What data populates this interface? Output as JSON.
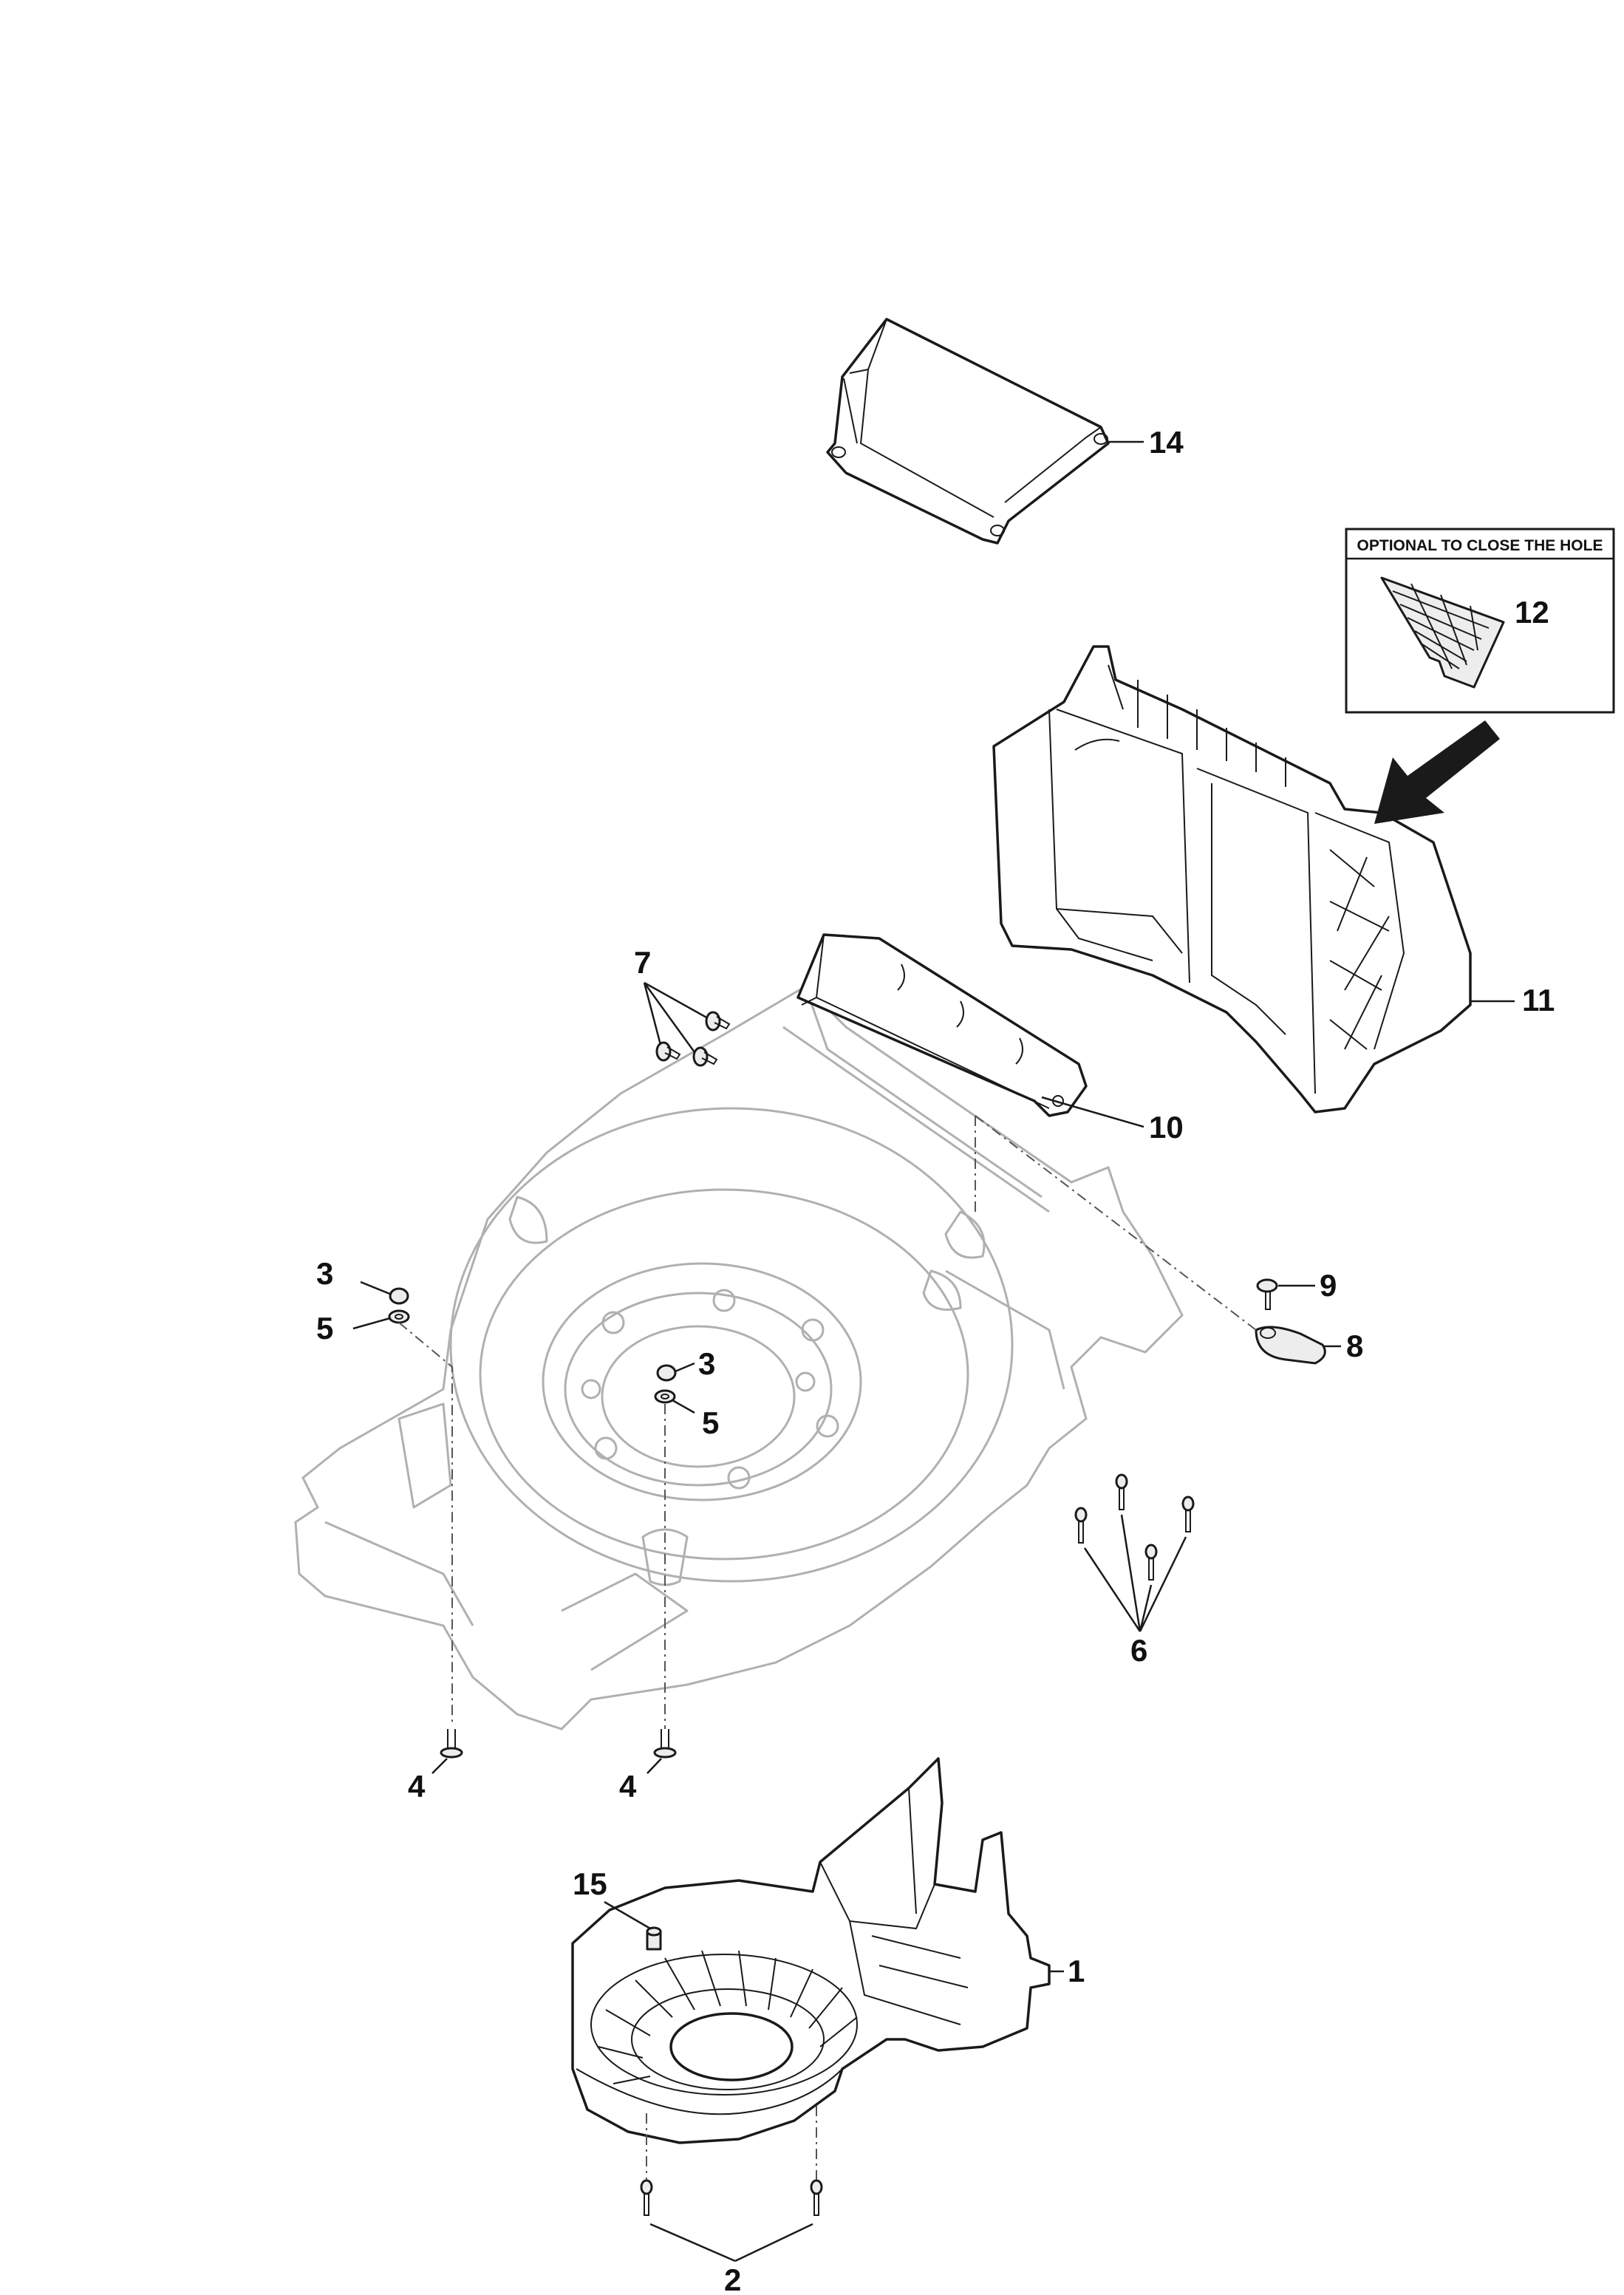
{
  "callouts": [
    {
      "id": "c14",
      "text": "14"
    },
    {
      "id": "c12",
      "text": "12"
    },
    {
      "id": "c11",
      "text": "11"
    },
    {
      "id": "c7",
      "text": "7"
    },
    {
      "id": "c10",
      "text": "10"
    },
    {
      "id": "c9",
      "text": "9"
    },
    {
      "id": "c8",
      "text": "8"
    },
    {
      "id": "c3a",
      "text": "3"
    },
    {
      "id": "c5a",
      "text": "5"
    },
    {
      "id": "c3b",
      "text": "3"
    },
    {
      "id": "c5b",
      "text": "5"
    },
    {
      "id": "c6",
      "text": "6"
    },
    {
      "id": "c4a",
      "text": "4"
    },
    {
      "id": "c4b",
      "text": "4"
    },
    {
      "id": "c15",
      "text": "15"
    },
    {
      "id": "c1",
      "text": "1"
    },
    {
      "id": "c2",
      "text": "2"
    }
  ],
  "inset": {
    "title": "OPTIONAL TO CLOSE THE HOLE"
  },
  "icons": [
    "arrow-icon"
  ]
}
